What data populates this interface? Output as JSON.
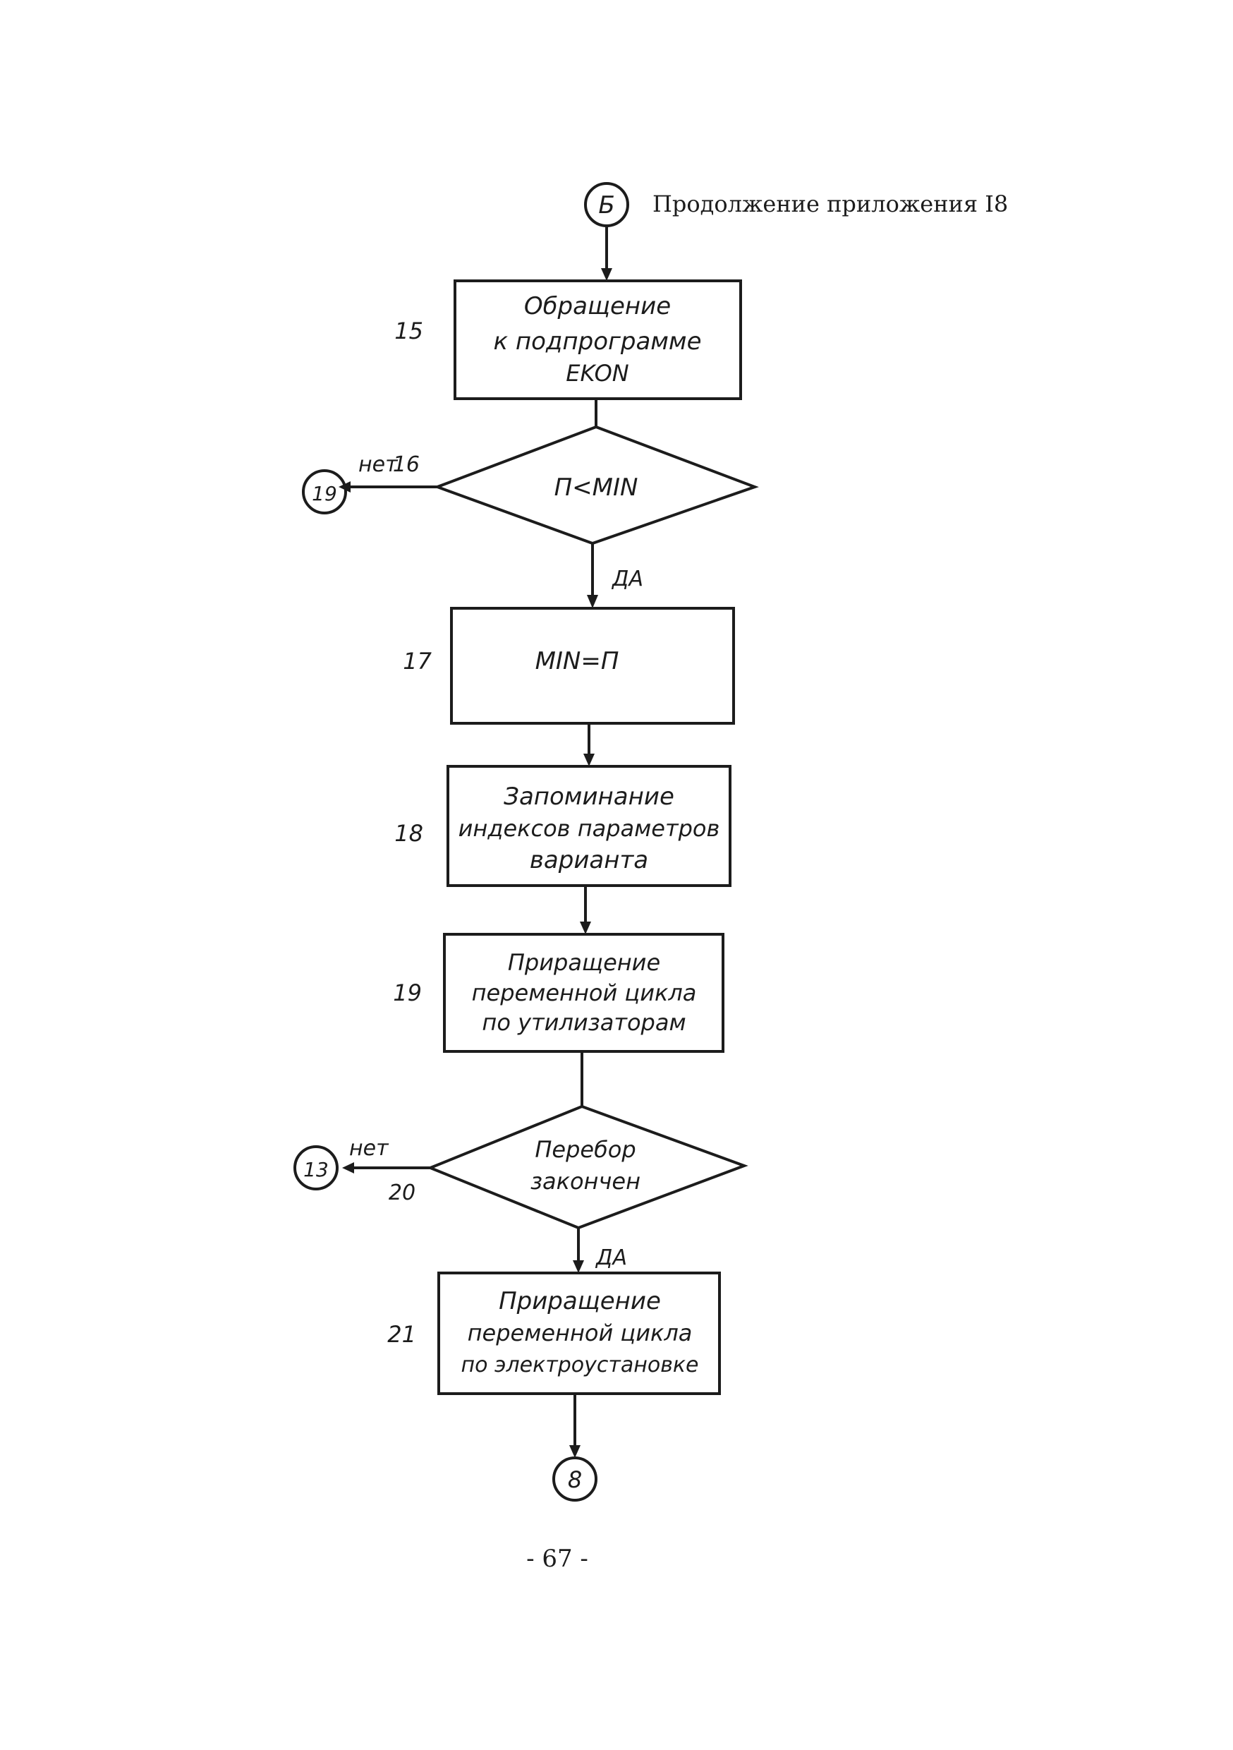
{
  "header": {
    "connector_label": "Б",
    "caption": "Продолжение приложения I8"
  },
  "blocks": [
    {
      "id": "15",
      "number": "15",
      "lines": [
        "Обращение",
        "к подпрограмме",
        "EKON"
      ]
    },
    {
      "id": "16",
      "number": "16",
      "lines": [
        "П<MIN"
      ],
      "no_label": "нет",
      "yes_label": "ДА",
      "no_connector": "19"
    },
    {
      "id": "17",
      "number": "17",
      "lines": [
        "MIN=П"
      ]
    },
    {
      "id": "18",
      "number": "18",
      "lines": [
        "Запоминание",
        "индексов параметров",
        "варианта"
      ]
    },
    {
      "id": "19",
      "number": "19",
      "lines": [
        "Приращение",
        "переменной цикла",
        "по утилизаторам"
      ]
    },
    {
      "id": "20",
      "number": "20",
      "lines": [
        "Перебор",
        "закончен"
      ],
      "no_label": "нет",
      "yes_label": "ДА",
      "no_connector": "13"
    },
    {
      "id": "21",
      "number": "21",
      "lines": [
        "Приращение",
        "переменной цикла",
        "по электроустановке"
      ]
    }
  ],
  "footer": {
    "connector_label": "8",
    "page_number": "- 67 -"
  }
}
